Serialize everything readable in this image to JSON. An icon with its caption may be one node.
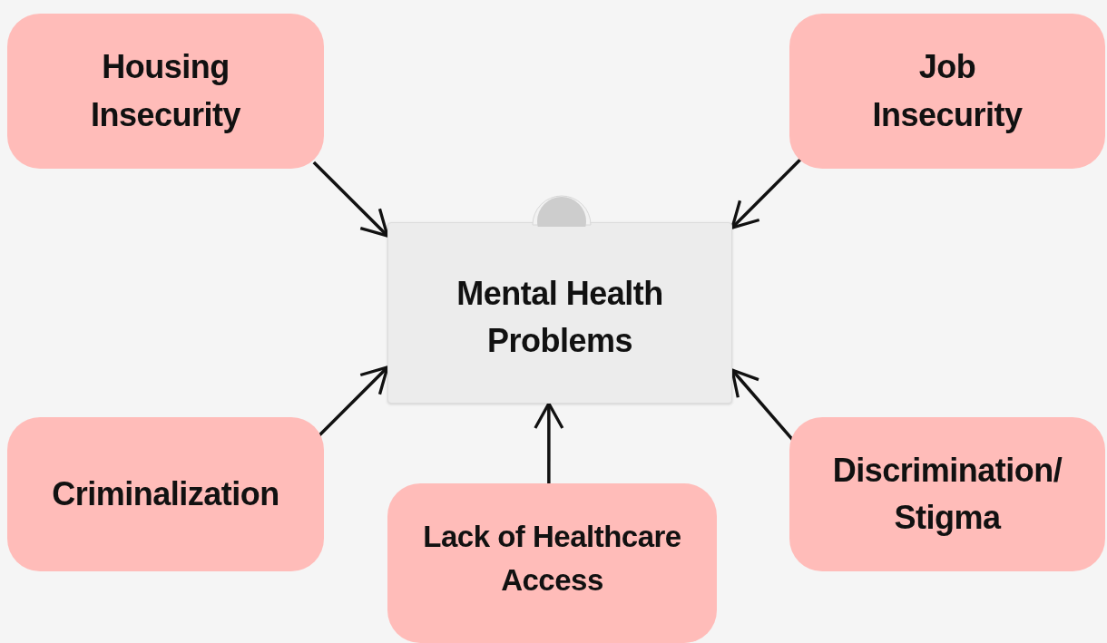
{
  "diagram": {
    "nodes": [
      {
        "text": [
          "Housing Insecurity"
        ]
      },
      {
        "text": [
          "Job Insecurity"
        ]
      },
      {
        "text": [
          "Mental Health Problems"
        ]
      },
      {
        "text": [
          "Criminalization"
        ]
      },
      {
        "text": [
          "Discrimination/ Stigma"
        ]
      },
      {
        "text": [
          "Lack of Healthcare Access"
        ]
      }
    ],
    "edges": [
      {
        "from": 0,
        "to": 2,
        "arrow": "to"
      },
      {
        "from": 1,
        "to": 2,
        "arrow": "to"
      },
      {
        "from": 3,
        "to": 2,
        "arrow": "to"
      },
      {
        "from": 4,
        "to": 2,
        "arrow": "to"
      },
      {
        "from": 5,
        "to": 2,
        "arrow": "to"
      }
    ]
  }
}
